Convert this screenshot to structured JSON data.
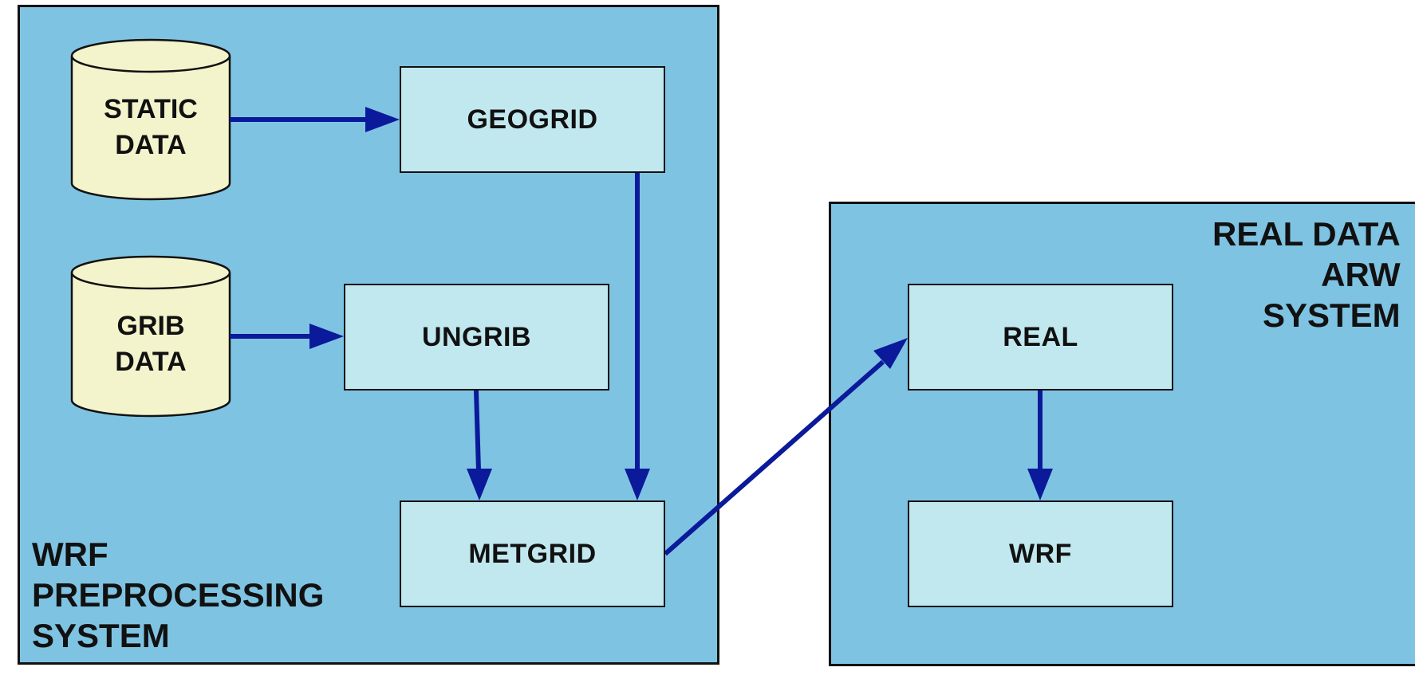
{
  "nodes": {
    "static_data": [
      "STATIC",
      "DATA"
    ],
    "grib_data": [
      "GRIB",
      "DATA"
    ],
    "geogrid": "GEOGRID",
    "ungrib": "UNGRIB",
    "metgrid": "METGRID",
    "real": "REAL",
    "wrf": "WRF"
  },
  "panels": {
    "preprocessing": [
      "WRF",
      "PREPROCESSING",
      "SYSTEM"
    ],
    "real_data": [
      "REAL DATA",
      "ARW",
      "SYSTEM"
    ]
  },
  "colors": {
    "panel": "#7fc3e2",
    "process_box": "#c1e8ef",
    "data_store": "#f4f4cc",
    "arrow": "#0a1a9a"
  }
}
